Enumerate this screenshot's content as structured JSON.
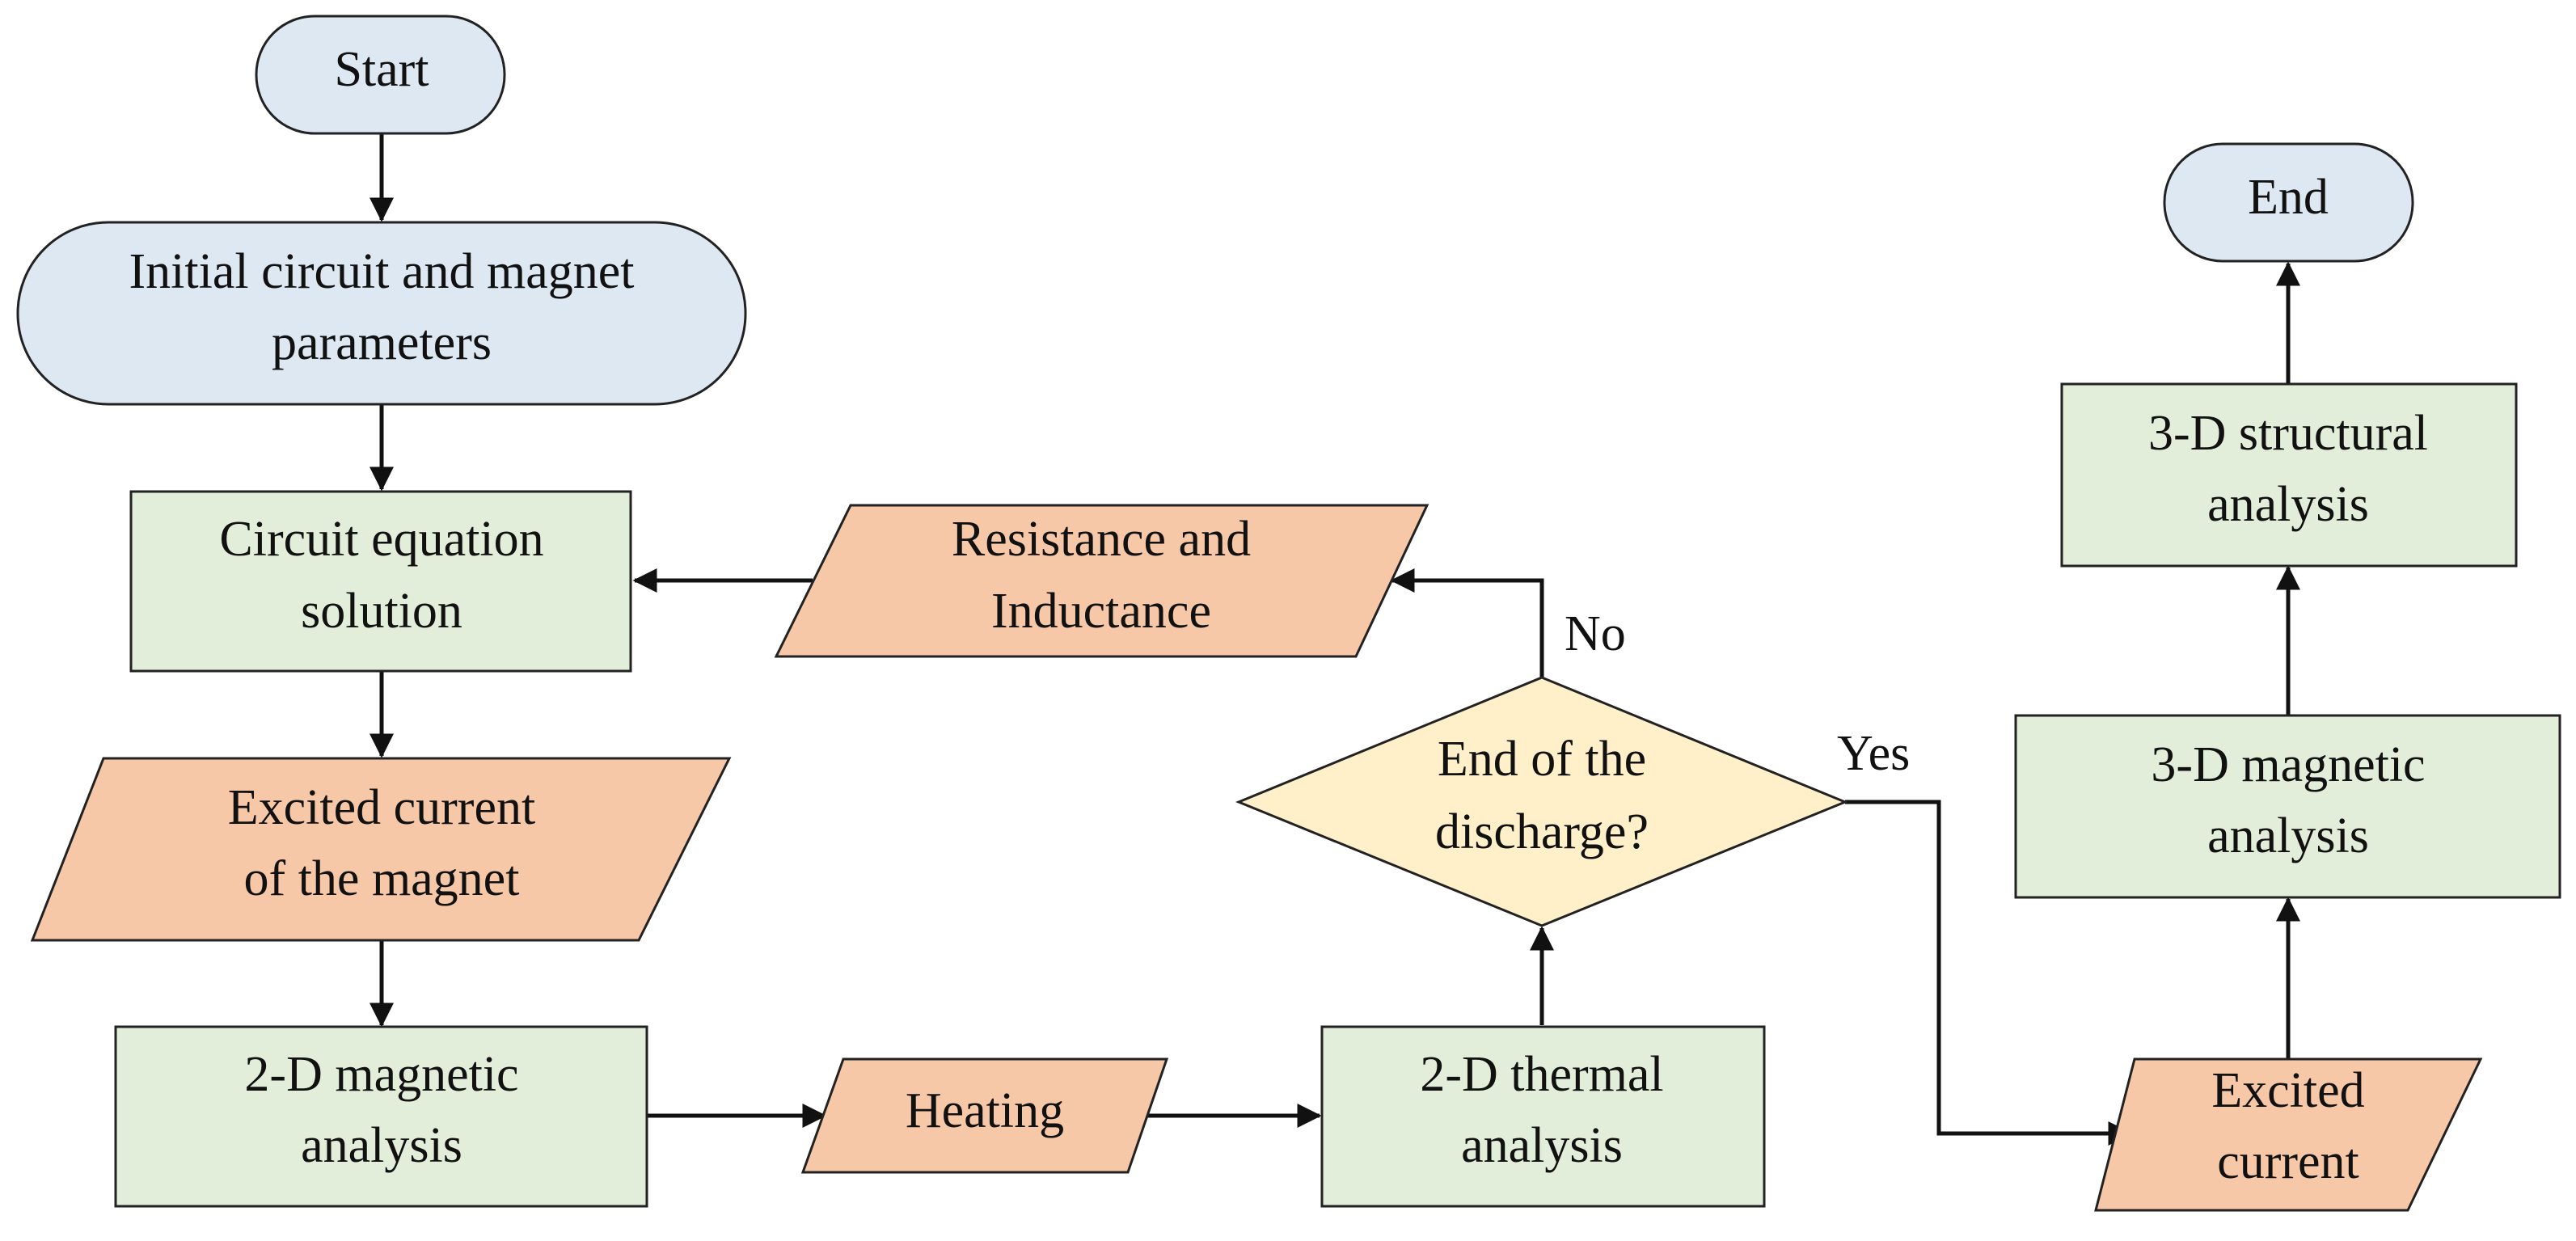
{
  "diagram": {
    "nodes": {
      "start": {
        "type": "terminal",
        "lines": [
          "Start"
        ]
      },
      "init_params": {
        "type": "terminal",
        "lines": [
          "Initial circuit and magnet",
          "parameters"
        ]
      },
      "circuit_solution": {
        "type": "process",
        "lines": [
          "Circuit equation",
          "solution"
        ]
      },
      "excited_current_magnet": {
        "type": "io",
        "lines": [
          "Excited current",
          "of the magnet"
        ]
      },
      "magnetic_2d": {
        "type": "process",
        "lines": [
          "2-D magnetic",
          "analysis"
        ]
      },
      "heating": {
        "type": "io",
        "lines": [
          "Heating"
        ]
      },
      "thermal_2d": {
        "type": "process",
        "lines": [
          "2-D thermal",
          "analysis"
        ]
      },
      "end_discharge": {
        "type": "decision",
        "lines": [
          "End of the",
          "discharge?"
        ]
      },
      "res_ind": {
        "type": "io",
        "lines": [
          "Resistance and",
          "Inductance"
        ]
      },
      "excited_current": {
        "type": "io",
        "lines": [
          "Excited",
          "current"
        ]
      },
      "magnetic_3d": {
        "type": "process",
        "lines": [
          "3-D magnetic",
          "analysis"
        ]
      },
      "structural_3d": {
        "type": "process",
        "lines": [
          "3-D structural",
          "analysis"
        ]
      },
      "end": {
        "type": "terminal",
        "lines": [
          "End"
        ]
      }
    },
    "edges": [
      {
        "from": "start",
        "to": "init_params"
      },
      {
        "from": "init_params",
        "to": "circuit_solution"
      },
      {
        "from": "circuit_solution",
        "to": "excited_current_magnet"
      },
      {
        "from": "excited_current_magnet",
        "to": "magnetic_2d"
      },
      {
        "from": "magnetic_2d",
        "to": "heating"
      },
      {
        "from": "heating",
        "to": "thermal_2d"
      },
      {
        "from": "thermal_2d",
        "to": "end_discharge"
      },
      {
        "from": "end_discharge",
        "to": "res_ind",
        "label": "No"
      },
      {
        "from": "res_ind",
        "to": "circuit_solution"
      },
      {
        "from": "end_discharge",
        "to": "excited_current",
        "label": "Yes"
      },
      {
        "from": "excited_current",
        "to": "magnetic_3d"
      },
      {
        "from": "magnetic_3d",
        "to": "structural_3d"
      },
      {
        "from": "structural_3d",
        "to": "end"
      }
    ],
    "colors": {
      "terminal": "#dee8f3",
      "process": "#e2eed9",
      "io": "#f7c8a8",
      "decision": "#fff0c9"
    }
  }
}
